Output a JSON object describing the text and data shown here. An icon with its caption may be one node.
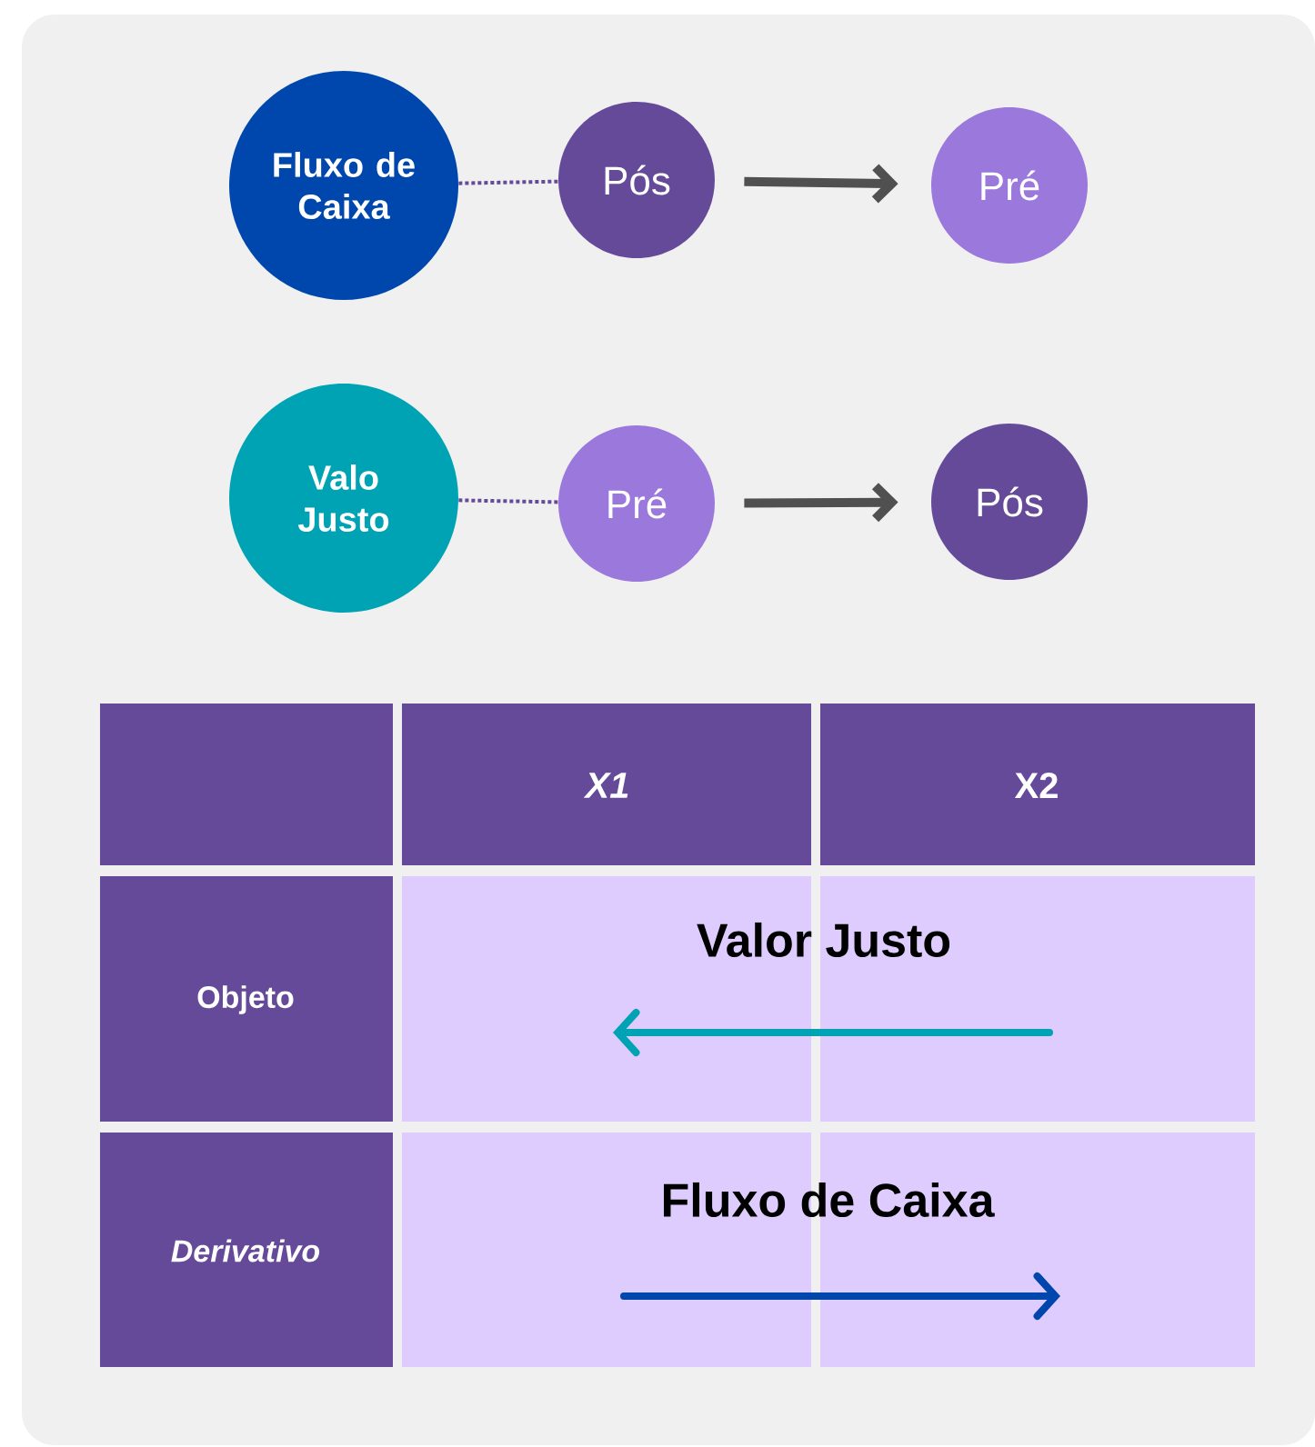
{
  "diagram": {
    "nodes": [
      {
        "text": [
          "Fluxo de Caixa"
        ]
      },
      {
        "text": [
          "Pós"
        ]
      },
      {
        "text": [
          "Pré"
        ]
      },
      {
        "text": [
          "Valo Justo"
        ]
      },
      {
        "text": [
          "Pré"
        ]
      },
      {
        "text": [
          "Pós"
        ]
      }
    ],
    "edges": [
      {
        "from": 0,
        "to": 1,
        "arrow": "none",
        "style": "dashed"
      },
      {
        "from": 1,
        "to": 2,
        "arrow": "to",
        "style": "thick"
      },
      {
        "from": 3,
        "to": 4,
        "arrow": "none",
        "style": "dashed"
      },
      {
        "from": 4,
        "to": 5,
        "arrow": "to",
        "style": "thick"
      }
    ],
    "labels": [
      "X1",
      "X2",
      "Objeto",
      "Valor Justo",
      "Derivativo",
      "Fluxo de Caixa"
    ]
  }
}
